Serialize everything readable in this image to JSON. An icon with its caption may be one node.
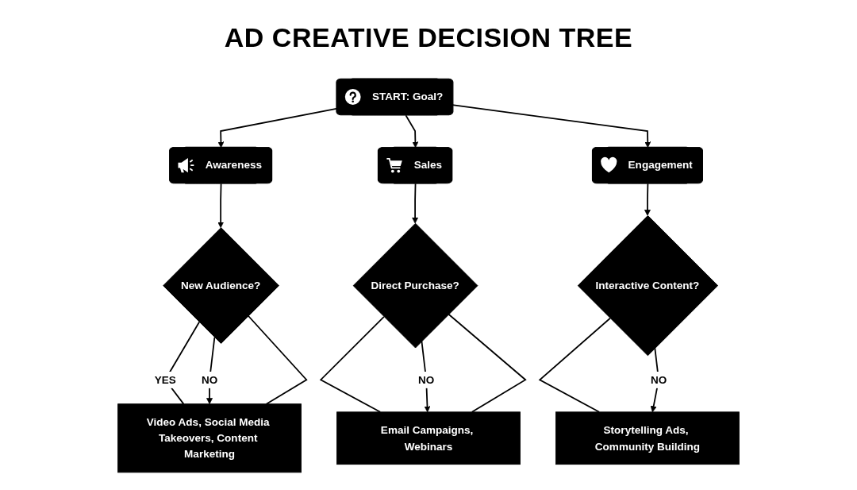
{
  "diagram": {
    "title": "AD CREATIVE DECISION TREE",
    "nodes": [
      {
        "text": [
          "START: Goal?"
        ]
      },
      {
        "text": [
          "Awareness"
        ]
      },
      {
        "text": [
          "Sales"
        ]
      },
      {
        "text": [
          "Engagement"
        ]
      },
      {
        "text": [
          "New Audience?"
        ]
      },
      {
        "text": [
          "Direct Purchase?"
        ]
      },
      {
        "text": [
          "Interactive Content?"
        ]
      },
      {
        "text": [
          "Video Ads, Social Media Takeovers, Content Marketing"
        ]
      },
      {
        "text": [
          "Email Campaigns, Webinars"
        ]
      },
      {
        "text": [
          "Storytelling Ads, Community Building"
        ]
      }
    ],
    "edges": [
      {
        "from": 0,
        "to": 1,
        "arrow": "to"
      },
      {
        "from": 0,
        "to": 2,
        "arrow": "to"
      },
      {
        "from": 0,
        "to": 3,
        "arrow": "to"
      },
      {
        "from": 1,
        "to": 4,
        "arrow": "to"
      },
      {
        "from": 2,
        "to": 5,
        "arrow": "to"
      },
      {
        "from": 3,
        "to": 6,
        "arrow": "to"
      },
      {
        "from": 4,
        "to": 7,
        "arrow": "none",
        "label": "YES"
      },
      {
        "from": 4,
        "to": 7,
        "arrow": "to",
        "label": "NO"
      },
      {
        "from": 4,
        "to": 7,
        "arrow": "none"
      },
      {
        "from": 5,
        "to": 8,
        "arrow": "none"
      },
      {
        "from": 5,
        "to": 8,
        "arrow": "to",
        "label": "NO"
      },
      {
        "from": 5,
        "to": 8,
        "arrow": "none"
      },
      {
        "from": 6,
        "to": 9,
        "arrow": "none"
      },
      {
        "from": 6,
        "to": 9,
        "arrow": "to",
        "label": "NO"
      }
    ]
  }
}
